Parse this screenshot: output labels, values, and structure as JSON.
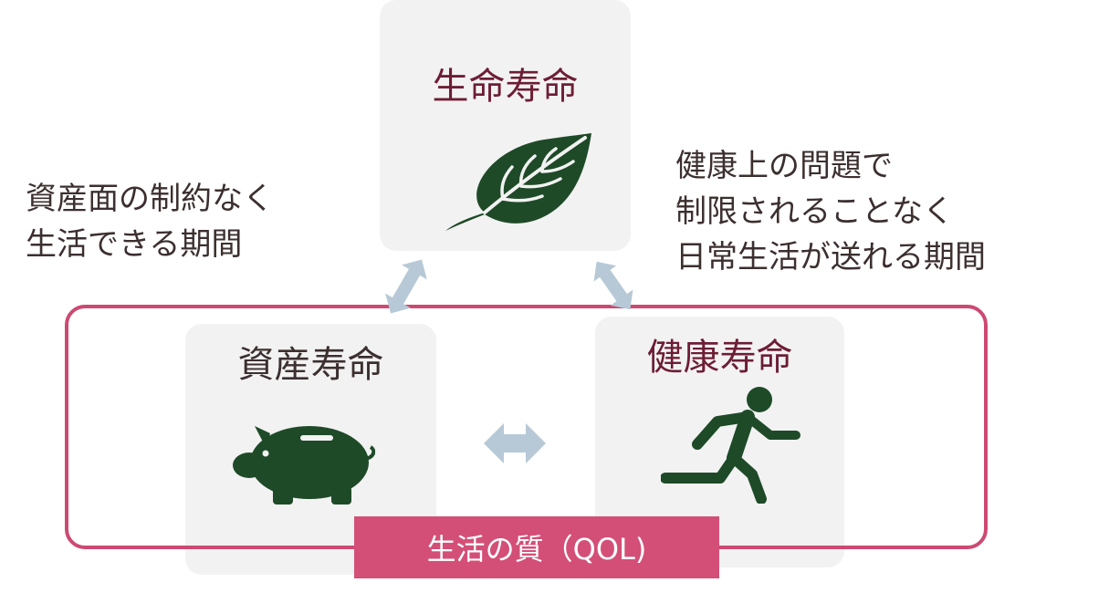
{
  "cards": {
    "life": {
      "title": "生命寿命",
      "icon": "leaf-icon"
    },
    "asset": {
      "title": "資産寿命",
      "icon": "piggy-bank-icon"
    },
    "health": {
      "title": "健康寿命",
      "icon": "running-person-icon"
    }
  },
  "notes": {
    "asset": [
      "資産面の制約なく",
      "生活できる期間"
    ],
    "health": [
      "健康上の問題で",
      "制限されることなく",
      "日常生活が送れる期間"
    ]
  },
  "qol": {
    "label": "生活の質（QOL)"
  },
  "colors": {
    "card_bg": "#f2f2f2",
    "icon_green": "#1e4a28",
    "title_maroon": "#6d1d35",
    "title_dark": "#3c2f2f",
    "frame_pink": "#cc4a72",
    "label_pink": "#d34f77",
    "arrow_blue": "#b7c9d6"
  }
}
